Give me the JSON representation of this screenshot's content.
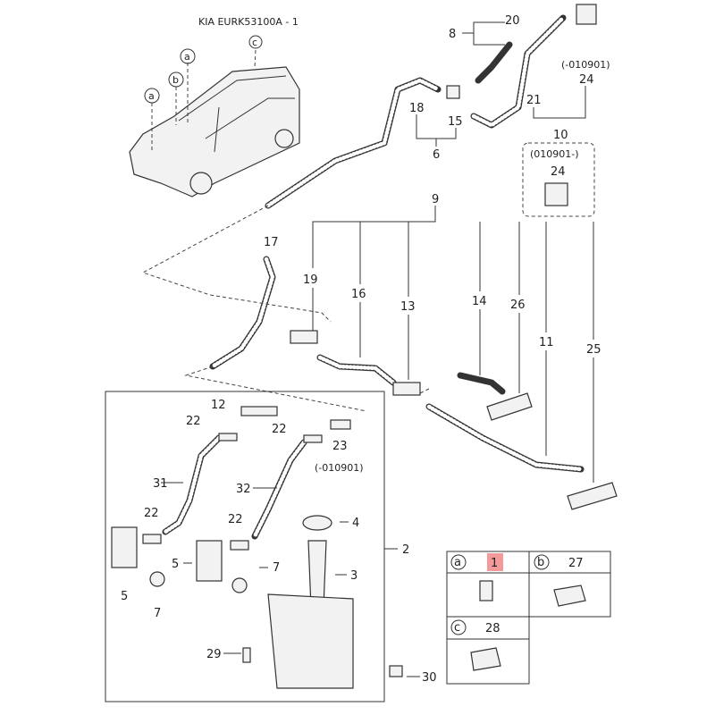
{
  "title": "KIA EURK53100A - 1",
  "callouts": {
    "a1": "a",
    "b": "b",
    "a2": "a",
    "c": "c"
  },
  "labels": {
    "p20": "20",
    "p8": "8",
    "p21": "21",
    "p24a": "24",
    "p24a_note": "(-010901)",
    "p10": "10",
    "p18": "18",
    "p15": "15",
    "p6": "6",
    "p24b_note": "(010901-)",
    "p24b": "24",
    "p9": "9",
    "p17": "17",
    "p19": "19",
    "p16": "16",
    "p13": "13",
    "p14": "14",
    "p26": "26",
    "p11": "11",
    "p25": "25",
    "p12": "12",
    "p22a": "22",
    "p22b": "22",
    "p23": "23",
    "p23_note": "(-010901)",
    "p31": "31",
    "p32": "32",
    "p22c": "22",
    "p22d": "22",
    "p4": "4",
    "p2": "2",
    "p5a": "5",
    "p7a": "7",
    "p5b": "5",
    "p7b": "7",
    "p3": "3",
    "p29": "29",
    "p30": "30"
  },
  "legend": [
    {
      "key": "a",
      "part": "1",
      "highlighted": true
    },
    {
      "key": "b",
      "part": "27"
    },
    {
      "key": "c",
      "part": "28"
    }
  ],
  "colors": {
    "highlight": "#f08080",
    "line": "#333333"
  }
}
